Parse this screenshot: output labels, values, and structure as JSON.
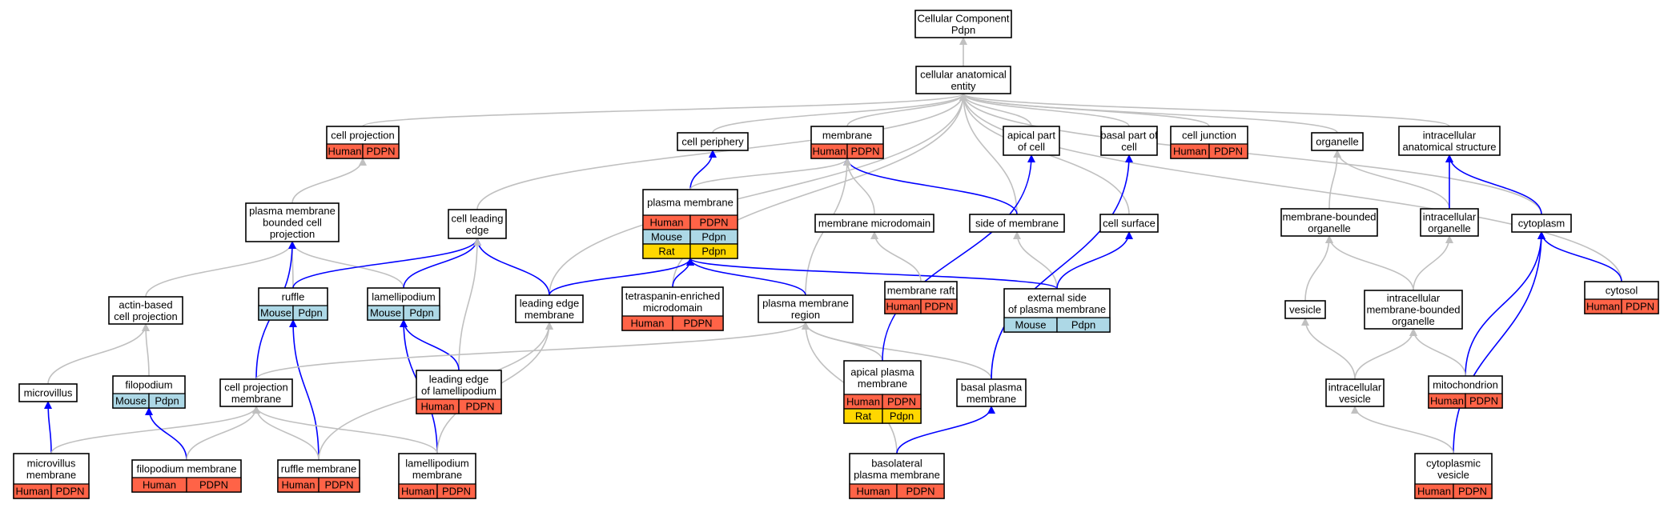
{
  "colors": {
    "Human": "#ff6347",
    "PDPN": "#ff6347",
    "Mouse": "#add8e6",
    "Pdpn": "#add8e6",
    "Rat": "#ffd700",
    "Pdpn_rat": "#ffd700",
    "is_a": "#c0c0c0",
    "part_of": "#0000ff"
  },
  "nodes": [
    {
      "id": "cc",
      "label": [
        "Cellular Component",
        "Pdpn"
      ],
      "rows": []
    },
    {
      "id": "cae",
      "label": [
        "cellular anatomical",
        "entity"
      ],
      "rows": []
    },
    {
      "id": "cproj",
      "label": [
        "cell projection"
      ],
      "rows": [
        [
          "Human",
          "PDPN"
        ]
      ]
    },
    {
      "id": "cperiph",
      "label": [
        "cell periphery"
      ],
      "rows": []
    },
    {
      "id": "membrane",
      "label": [
        "membrane"
      ],
      "rows": [
        [
          "Human",
          "PDPN"
        ]
      ]
    },
    {
      "id": "apical",
      "label": [
        "apical part",
        "of cell"
      ],
      "rows": []
    },
    {
      "id": "basal",
      "label": [
        "basal part of",
        "cell"
      ],
      "rows": []
    },
    {
      "id": "cjunc",
      "label": [
        "cell junction"
      ],
      "rows": [
        [
          "Human",
          "PDPN"
        ]
      ]
    },
    {
      "id": "organelle",
      "label": [
        "organelle"
      ],
      "rows": []
    },
    {
      "id": "ias",
      "label": [
        "intracellular",
        "anatomical structure"
      ],
      "rows": []
    },
    {
      "id": "pmbcp",
      "label": [
        "plasma membrane",
        "bounded cell",
        "projection"
      ],
      "rows": []
    },
    {
      "id": "cle",
      "label": [
        "cell leading",
        "edge"
      ],
      "rows": []
    },
    {
      "id": "pm",
      "label": [
        "plasma membrane"
      ],
      "rows": [
        [
          "Human",
          "PDPN"
        ],
        [
          "Mouse",
          "Pdpn"
        ],
        [
          "Rat",
          "Pdpn"
        ]
      ]
    },
    {
      "id": "mmicro",
      "label": [
        "membrane microdomain"
      ],
      "rows": []
    },
    {
      "id": "som",
      "label": [
        "side of membrane"
      ],
      "rows": []
    },
    {
      "id": "csurf",
      "label": [
        "cell surface"
      ],
      "rows": []
    },
    {
      "id": "mbo",
      "label": [
        "membrane-bounded",
        "organelle"
      ],
      "rows": []
    },
    {
      "id": "iorg",
      "label": [
        "intracellular",
        "organelle"
      ],
      "rows": []
    },
    {
      "id": "cyto",
      "label": [
        "cytoplasm"
      ],
      "rows": []
    },
    {
      "id": "acp",
      "label": [
        "actin-based",
        "cell projection"
      ],
      "rows": []
    },
    {
      "id": "ruffle",
      "label": [
        "ruffle"
      ],
      "rows": [
        [
          "Mouse",
          "Pdpn"
        ]
      ]
    },
    {
      "id": "lamelli",
      "label": [
        "lamellipodium"
      ],
      "rows": [
        [
          "Mouse",
          "Pdpn"
        ]
      ]
    },
    {
      "id": "lem",
      "label": [
        "leading edge",
        "membrane"
      ],
      "rows": []
    },
    {
      "id": "tem",
      "label": [
        "tetraspanin-enriched",
        "microdomain"
      ],
      "rows": [
        [
          "Human",
          "PDPN"
        ]
      ]
    },
    {
      "id": "pmr",
      "label": [
        "plasma membrane",
        "region"
      ],
      "rows": []
    },
    {
      "id": "mraft",
      "label": [
        "membrane raft"
      ],
      "rows": [
        [
          "Human",
          "PDPN"
        ]
      ]
    },
    {
      "id": "espm",
      "label": [
        "external side",
        "of plasma membrane"
      ],
      "rows": [
        [
          "Mouse",
          "Pdpn"
        ]
      ]
    },
    {
      "id": "vesicle",
      "label": [
        "vesicle"
      ],
      "rows": []
    },
    {
      "id": "imbo",
      "label": [
        "intracellular",
        "membrane-bounded",
        "organelle"
      ],
      "rows": []
    },
    {
      "id": "cytosol",
      "label": [
        "cytosol"
      ],
      "rows": [
        [
          "Human",
          "PDPN"
        ]
      ]
    },
    {
      "id": "microvillus",
      "label": [
        "microvillus"
      ],
      "rows": []
    },
    {
      "id": "filo",
      "label": [
        "filopodium"
      ],
      "rows": [
        [
          "Mouse",
          "Pdpn"
        ]
      ]
    },
    {
      "id": "cpm",
      "label": [
        "cell projection",
        "membrane"
      ],
      "rows": []
    },
    {
      "id": "lel",
      "label": [
        "leading edge",
        "of lamellipodium"
      ],
      "rows": [
        [
          "Human",
          "PDPN"
        ]
      ]
    },
    {
      "id": "apm",
      "label": [
        "apical plasma",
        "membrane"
      ],
      "rows": [
        [
          "Human",
          "PDPN"
        ],
        [
          "Rat",
          "Pdpn"
        ]
      ]
    },
    {
      "id": "bpm",
      "label": [
        "basal plasma",
        "membrane"
      ],
      "rows": []
    },
    {
      "id": "ivesicle",
      "label": [
        "intracellular",
        "vesicle"
      ],
      "rows": []
    },
    {
      "id": "mito",
      "label": [
        "mitochondrion"
      ],
      "rows": [
        [
          "Human",
          "PDPN"
        ]
      ]
    },
    {
      "id": "mvm",
      "label": [
        "microvillus",
        "membrane"
      ],
      "rows": [
        [
          "Human",
          "PDPN"
        ]
      ]
    },
    {
      "id": "fm",
      "label": [
        "filopodium membrane"
      ],
      "rows": [
        [
          "Human",
          "PDPN"
        ]
      ]
    },
    {
      "id": "rm",
      "label": [
        "ruffle membrane"
      ],
      "rows": [
        [
          "Human",
          "PDPN"
        ]
      ]
    },
    {
      "id": "lm",
      "label": [
        "lamellipodium",
        "membrane"
      ],
      "rows": [
        [
          "Human",
          "PDPN"
        ]
      ]
    },
    {
      "id": "blpm",
      "label": [
        "basolateral",
        "plasma membrane"
      ],
      "rows": [
        [
          "Human",
          "PDPN"
        ]
      ]
    },
    {
      "id": "cv",
      "label": [
        "cytoplasmic",
        "vesicle"
      ],
      "rows": [
        [
          "Human",
          "PDPN"
        ]
      ]
    }
  ],
  "edges": [
    {
      "from": "cae",
      "to": "cc",
      "type": "is_a"
    },
    {
      "from": "cproj",
      "to": "cae",
      "type": "is_a"
    },
    {
      "from": "cperiph",
      "to": "cae",
      "type": "is_a"
    },
    {
      "from": "membrane",
      "to": "cae",
      "type": "is_a"
    },
    {
      "from": "apical",
      "to": "cae",
      "type": "is_a"
    },
    {
      "from": "basal",
      "to": "cae",
      "type": "is_a"
    },
    {
      "from": "cjunc",
      "to": "cae",
      "type": "is_a"
    },
    {
      "from": "organelle",
      "to": "cae",
      "type": "is_a"
    },
    {
      "from": "ias",
      "to": "cae",
      "type": "is_a"
    },
    {
      "from": "cle",
      "to": "cae",
      "type": "is_a"
    },
    {
      "from": "lem",
      "to": "cae",
      "type": "is_a"
    },
    {
      "from": "tem",
      "to": "cae",
      "type": "is_a"
    },
    {
      "from": "som",
      "to": "cae",
      "type": "is_a"
    },
    {
      "from": "csurf",
      "to": "cae",
      "type": "is_a"
    },
    {
      "from": "cyto",
      "to": "cae",
      "type": "is_a"
    },
    {
      "from": "cytosol",
      "to": "cae",
      "type": "is_a"
    },
    {
      "from": "pmbcp",
      "to": "cproj",
      "type": "is_a"
    },
    {
      "from": "pm",
      "to": "cperiph",
      "type": "part_of"
    },
    {
      "from": "pm",
      "to": "membrane",
      "type": "is_a"
    },
    {
      "from": "mmicro",
      "to": "membrane",
      "type": "is_a"
    },
    {
      "from": "som",
      "to": "membrane",
      "type": "part_of"
    },
    {
      "from": "pmr",
      "to": "membrane",
      "type": "is_a"
    },
    {
      "from": "mbo",
      "to": "organelle",
      "type": "is_a"
    },
    {
      "from": "iorg",
      "to": "organelle",
      "type": "is_a"
    },
    {
      "from": "iorg",
      "to": "ias",
      "type": "part_of"
    },
    {
      "from": "cyto",
      "to": "ias",
      "type": "part_of"
    },
    {
      "from": "acp",
      "to": "pmbcp",
      "type": "is_a"
    },
    {
      "from": "ruffle",
      "to": "pmbcp",
      "type": "is_a"
    },
    {
      "from": "lamelli",
      "to": "pmbcp",
      "type": "is_a"
    },
    {
      "from": "cpm",
      "to": "pmbcp",
      "type": "part_of"
    },
    {
      "from": "ruffle",
      "to": "cle",
      "type": "part_of"
    },
    {
      "from": "lamelli",
      "to": "cle",
      "type": "part_of"
    },
    {
      "from": "lem",
      "to": "cle",
      "type": "part_of"
    },
    {
      "from": "lel",
      "to": "cle",
      "type": "is_a"
    },
    {
      "from": "lem",
      "to": "pm",
      "type": "part_of"
    },
    {
      "from": "tem",
      "to": "pm",
      "type": "part_of"
    },
    {
      "from": "pmr",
      "to": "pm",
      "type": "part_of"
    },
    {
      "from": "espm",
      "to": "pm",
      "type": "part_of"
    },
    {
      "from": "mraft",
      "to": "mmicro",
      "type": "is_a"
    },
    {
      "from": "espm",
      "to": "som",
      "type": "is_a"
    },
    {
      "from": "espm",
      "to": "csurf",
      "type": "part_of"
    },
    {
      "from": "vesicle",
      "to": "mbo",
      "type": "is_a"
    },
    {
      "from": "imbo",
      "to": "mbo",
      "type": "is_a"
    },
    {
      "from": "imbo",
      "to": "iorg",
      "type": "is_a"
    },
    {
      "from": "cytosol",
      "to": "cyto",
      "type": "part_of"
    },
    {
      "from": "mito",
      "to": "cyto",
      "type": "part_of"
    },
    {
      "from": "cv",
      "to": "cyto",
      "type": "part_of"
    },
    {
      "from": "microvillus",
      "to": "acp",
      "type": "is_a"
    },
    {
      "from": "filo",
      "to": "acp",
      "type": "is_a"
    },
    {
      "from": "rm",
      "to": "ruffle",
      "type": "part_of"
    },
    {
      "from": "lel",
      "to": "lamelli",
      "type": "part_of"
    },
    {
      "from": "lm",
      "to": "lamelli",
      "type": "part_of"
    },
    {
      "from": "rm",
      "to": "lem",
      "type": "is_a"
    },
    {
      "from": "lm",
      "to": "lem",
      "type": "is_a"
    },
    {
      "from": "cpm",
      "to": "pmr",
      "type": "is_a"
    },
    {
      "from": "apm",
      "to": "pmr",
      "type": "is_a"
    },
    {
      "from": "bpm",
      "to": "pmr",
      "type": "is_a"
    },
    {
      "from": "blpm",
      "to": "pmr",
      "type": "is_a"
    },
    {
      "from": "apm",
      "to": "apical",
      "type": "part_of"
    },
    {
      "from": "bpm",
      "to": "basal",
      "type": "part_of"
    },
    {
      "from": "blpm",
      "to": "bpm",
      "type": "part_of"
    },
    {
      "from": "ivesicle",
      "to": "vesicle",
      "type": "is_a"
    },
    {
      "from": "ivesicle",
      "to": "imbo",
      "type": "is_a"
    },
    {
      "from": "mito",
      "to": "imbo",
      "type": "is_a"
    },
    {
      "from": "cv",
      "to": "ivesicle",
      "type": "is_a"
    },
    {
      "from": "mvm",
      "to": "microvillus",
      "type": "part_of"
    },
    {
      "from": "mvm",
      "to": "cpm",
      "type": "is_a"
    },
    {
      "from": "fm",
      "to": "filo",
      "type": "part_of"
    },
    {
      "from": "fm",
      "to": "cpm",
      "type": "is_a"
    },
    {
      "from": "rm",
      "to": "cpm",
      "type": "is_a"
    },
    {
      "from": "lm",
      "to": "cpm",
      "type": "is_a"
    }
  ]
}
